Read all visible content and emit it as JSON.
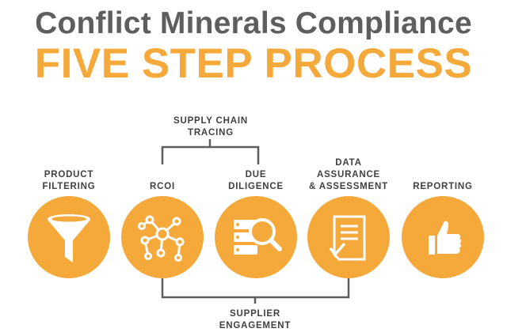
{
  "title": {
    "line1": "Conflict Minerals Compliance",
    "line2": "FIVE STEP PROCESS"
  },
  "group_labels": {
    "top": [
      "SUPPLY CHAIN",
      "TRACING"
    ],
    "bottom": [
      "SUPPLIER",
      "ENGAGEMENT"
    ]
  },
  "steps": [
    {
      "label": [
        "PRODUCT",
        "FILTERING"
      ],
      "icon": "funnel-icon"
    },
    {
      "label": [
        "RCOI"
      ],
      "icon": "network-icon"
    },
    {
      "label": [
        "DUE",
        "DILIGENCE"
      ],
      "icon": "database-search-icon"
    },
    {
      "label": [
        "DATA",
        "ASSURANCE",
        "& ASSESSMENT"
      ],
      "icon": "checklist-icon"
    },
    {
      "label": [
        "REPORTING"
      ],
      "icon": "thumbs-up-icon"
    }
  ],
  "colors": {
    "accent": "#f6a93b",
    "title_gray": "#5d5e60",
    "text_dark": "#3f4042",
    "line": "#5d5e60"
  }
}
